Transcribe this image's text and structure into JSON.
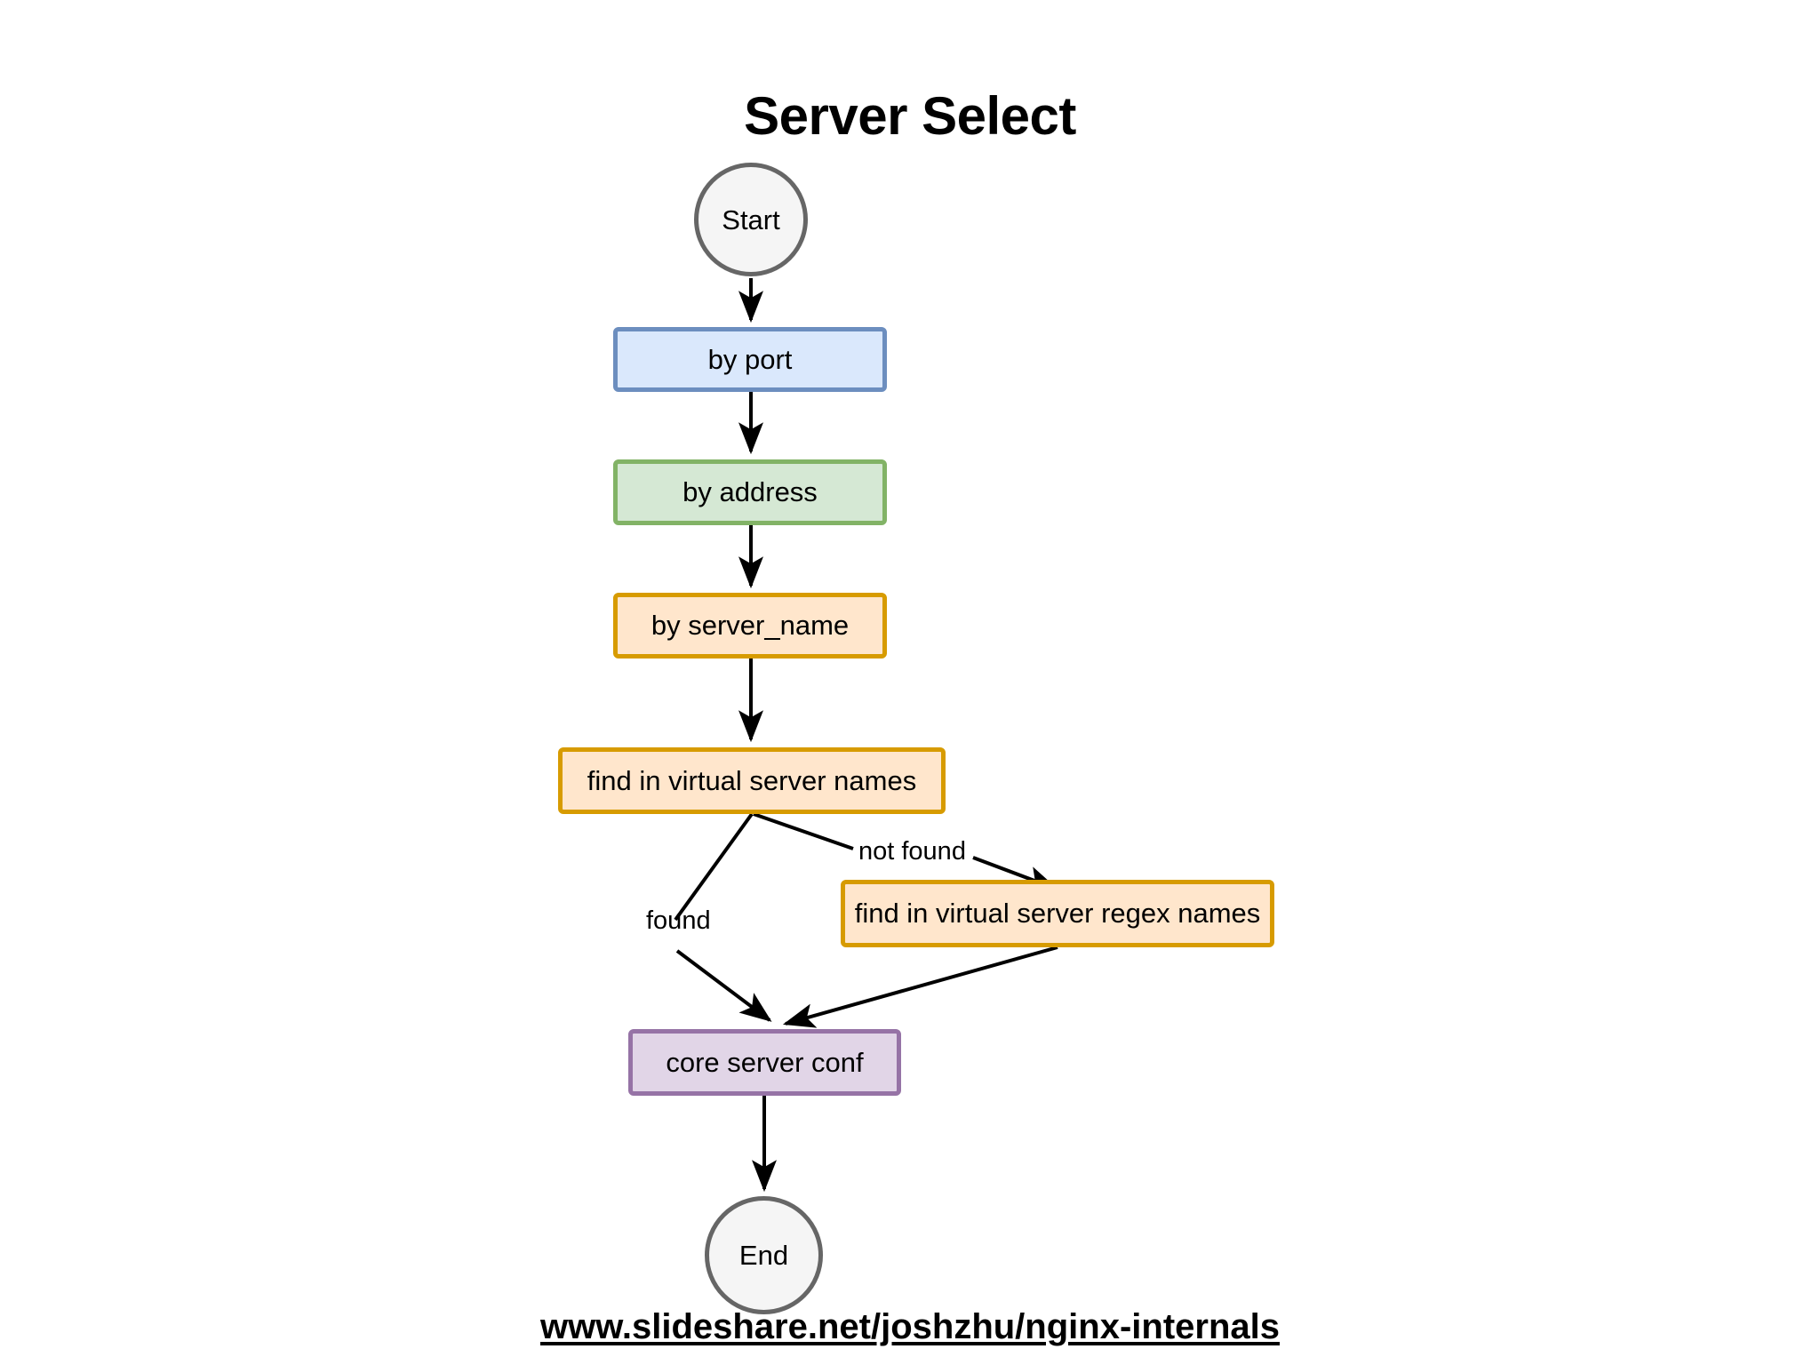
{
  "diagram": {
    "title": "Server Select",
    "type": "flowchart",
    "background": "#ffffff",
    "nodes": [
      {
        "id": "start",
        "label": "Start",
        "shape": "circle",
        "fill": "#f5f5f5",
        "stroke": "#666666"
      },
      {
        "id": "by-port",
        "label": "by port",
        "shape": "rectangle",
        "fill": "#dae8fc",
        "stroke": "#6c8ebf"
      },
      {
        "id": "by-address",
        "label": "by address",
        "shape": "rectangle",
        "fill": "#d5e8d4",
        "stroke": "#82b366"
      },
      {
        "id": "by-server-name",
        "label": "by server_name",
        "shape": "rectangle",
        "fill": "#ffe6cc",
        "stroke": "#d79b00"
      },
      {
        "id": "find-names",
        "label": "find in virtual server names",
        "shape": "rectangle",
        "fill": "#ffe6cc",
        "stroke": "#d79b00"
      },
      {
        "id": "find-regex-names",
        "label": "find in virtual server regex names",
        "shape": "rectangle",
        "fill": "#ffe6cc",
        "stroke": "#d79b00"
      },
      {
        "id": "core-server-conf",
        "label": "core server conf",
        "shape": "rectangle",
        "fill": "#e1d5e7",
        "stroke": "#9673a6"
      },
      {
        "id": "end",
        "label": "End",
        "shape": "circle",
        "fill": "#f5f5f5",
        "stroke": "#666666"
      }
    ],
    "edges": [
      {
        "from": "start",
        "to": "by-port",
        "label": ""
      },
      {
        "from": "by-port",
        "to": "by-address",
        "label": ""
      },
      {
        "from": "by-address",
        "to": "by-server-name",
        "label": ""
      },
      {
        "from": "by-server-name",
        "to": "find-names",
        "label": ""
      },
      {
        "from": "find-names",
        "to": "core-server-conf",
        "label": "found"
      },
      {
        "from": "find-names",
        "to": "find-regex-names",
        "label": "not found"
      },
      {
        "from": "find-regex-names",
        "to": "core-server-conf",
        "label": ""
      },
      {
        "from": "core-server-conf",
        "to": "end",
        "label": ""
      }
    ],
    "edge_labels": {
      "found": "found",
      "not_found": "not found"
    },
    "edge_stroke": "#000000"
  },
  "footer": {
    "link_text": "www.slideshare.net/joshzhu/nginx-internals"
  }
}
